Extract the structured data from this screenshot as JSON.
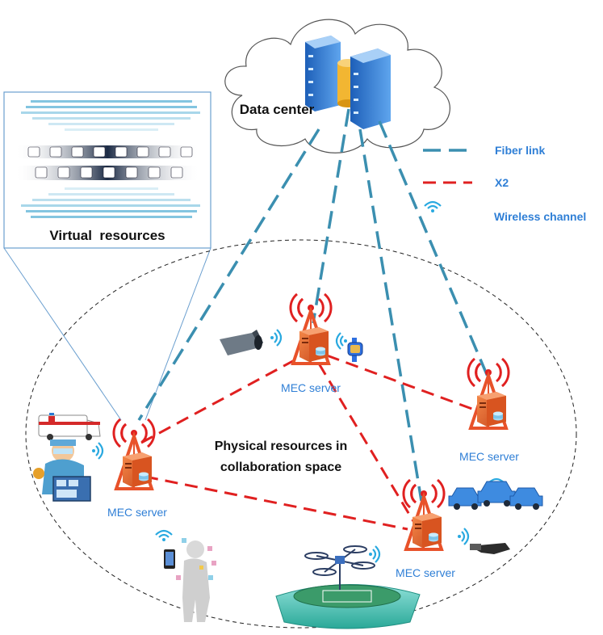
{
  "cloud": {
    "label": "Data center"
  },
  "legend": {
    "fiber_label": "Fiber link",
    "x2_label": "X2",
    "wireless_label": "Wireless channel"
  },
  "virtual_panel": {
    "title": "Virtual  resources"
  },
  "collaboration": {
    "line1": "Physical resources in",
    "line2": "collaboration space"
  },
  "mec": {
    "left": "MEC server",
    "top": "MEC server",
    "right": "MEC server",
    "bottom": "MEC server"
  },
  "colors": {
    "fiber": "#3b8fb0",
    "x2": "#e02020",
    "label_blue": "#2f7fd6",
    "tower": "#e8522a",
    "server_orange": "#ee6a2c",
    "wifi": "#29a9e0"
  }
}
